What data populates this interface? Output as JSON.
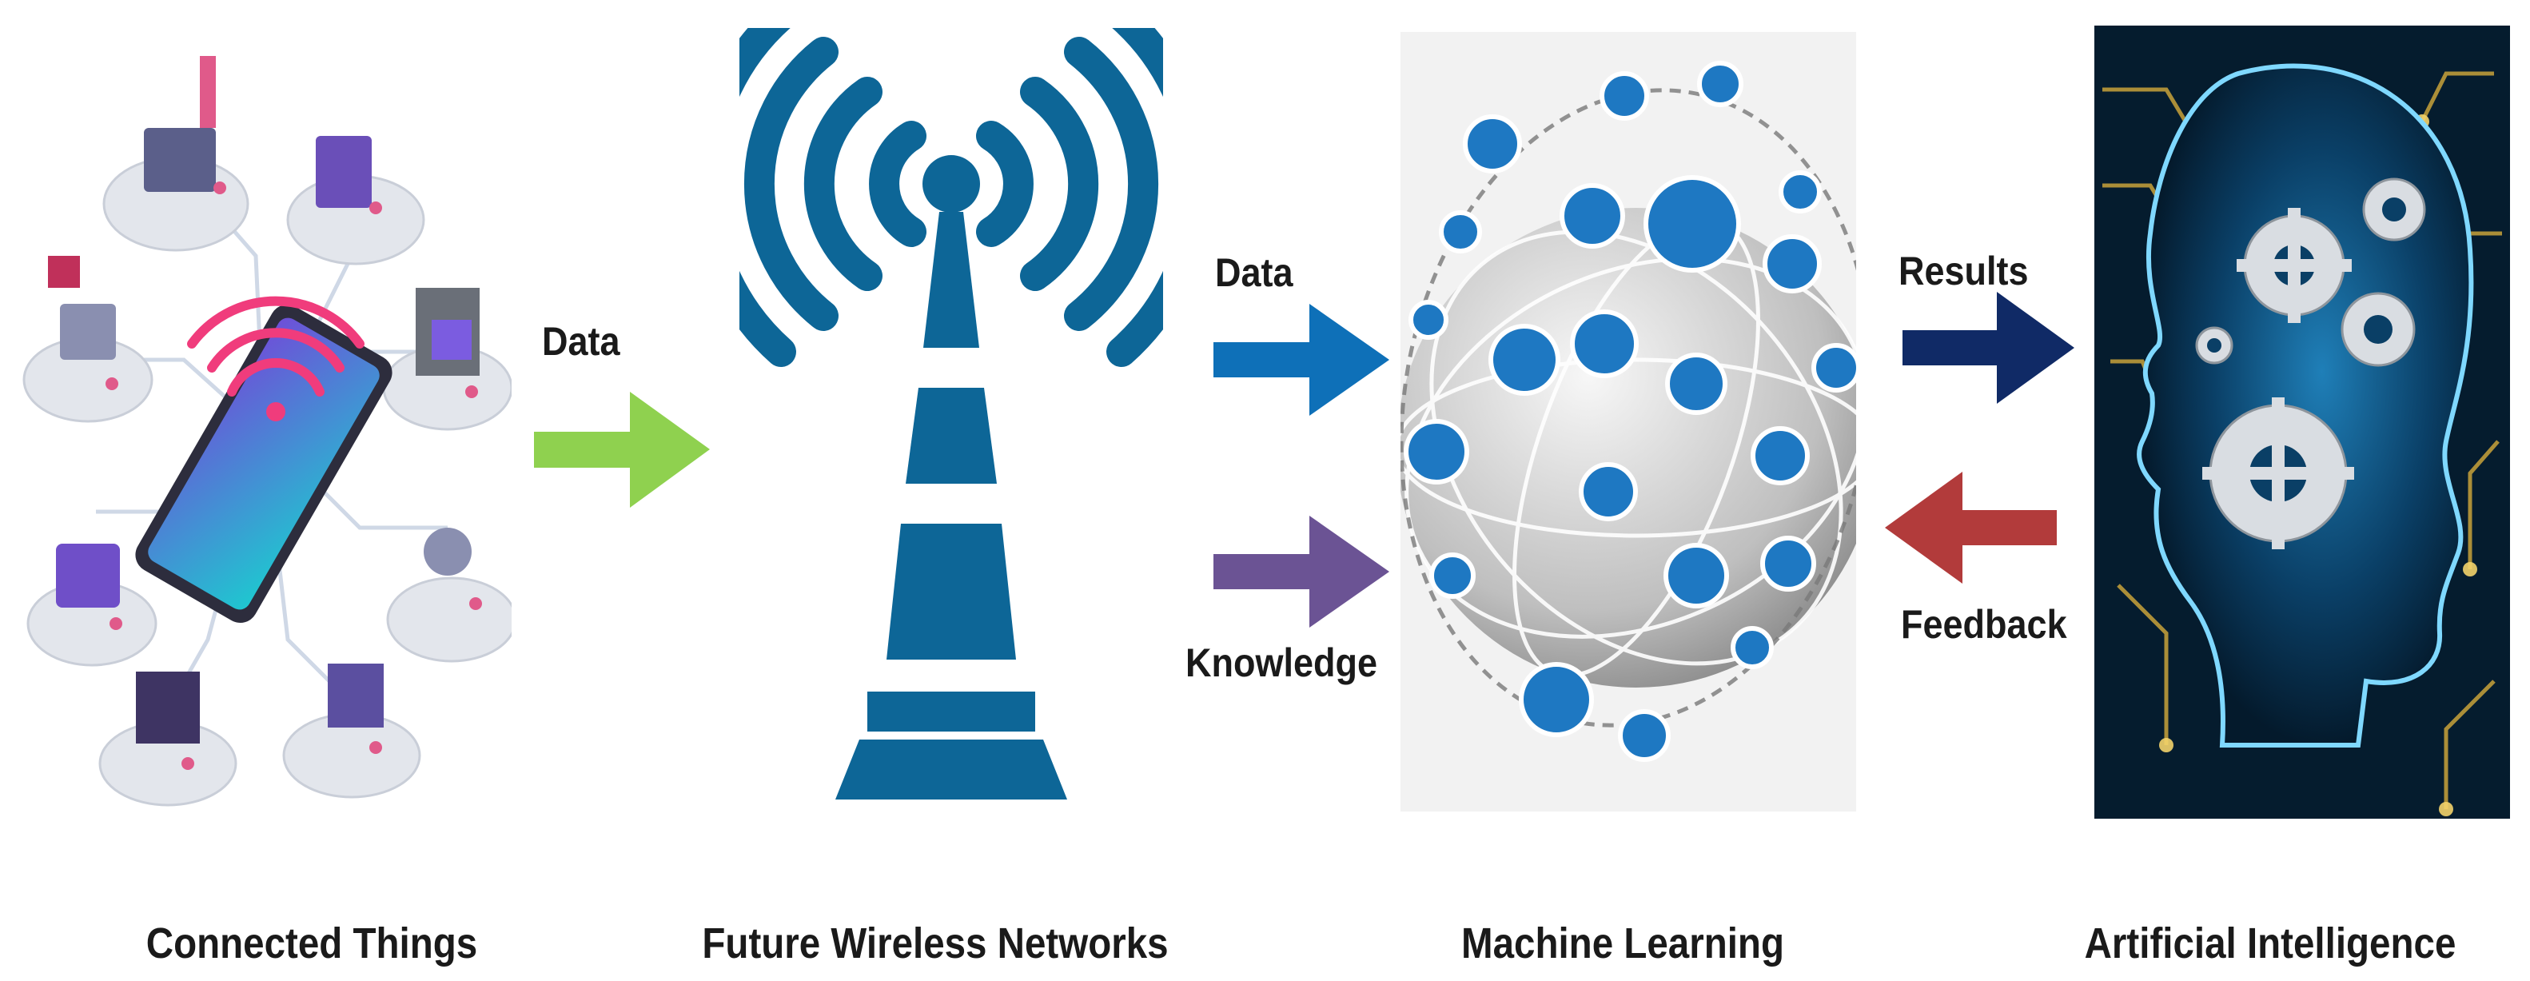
{
  "stages": {
    "connected_things": "Connected Things",
    "wireless_networks": "Future Wireless Networks",
    "machine_learning": "Machine Learning",
    "artificial_intelligence": "Artificial Intelligence"
  },
  "flows": {
    "data_to_network": "Data",
    "data_to_ml": "Data",
    "knowledge_to_ml": "Knowledge",
    "results_to_ai": "Results",
    "feedback_to_ml": "Feedback"
  },
  "colors": {
    "tower_blue": "#0d6697",
    "arrow_green": "#8fd14f",
    "arrow_blue": "#0e70b8",
    "arrow_purple": "#6b5394",
    "arrow_navy": "#102a66",
    "arrow_red": "#b23b3b",
    "ml_node_blue": "#1e78c2",
    "ai_background": "#051c2e",
    "ai_glow": "#4fc3f7"
  },
  "icons": {
    "connected_things": "iot-devices-illustration",
    "wireless_networks": "cell-tower-icon",
    "machine_learning": "network-globe-icon",
    "artificial_intelligence": "ai-head-gears-icon"
  }
}
